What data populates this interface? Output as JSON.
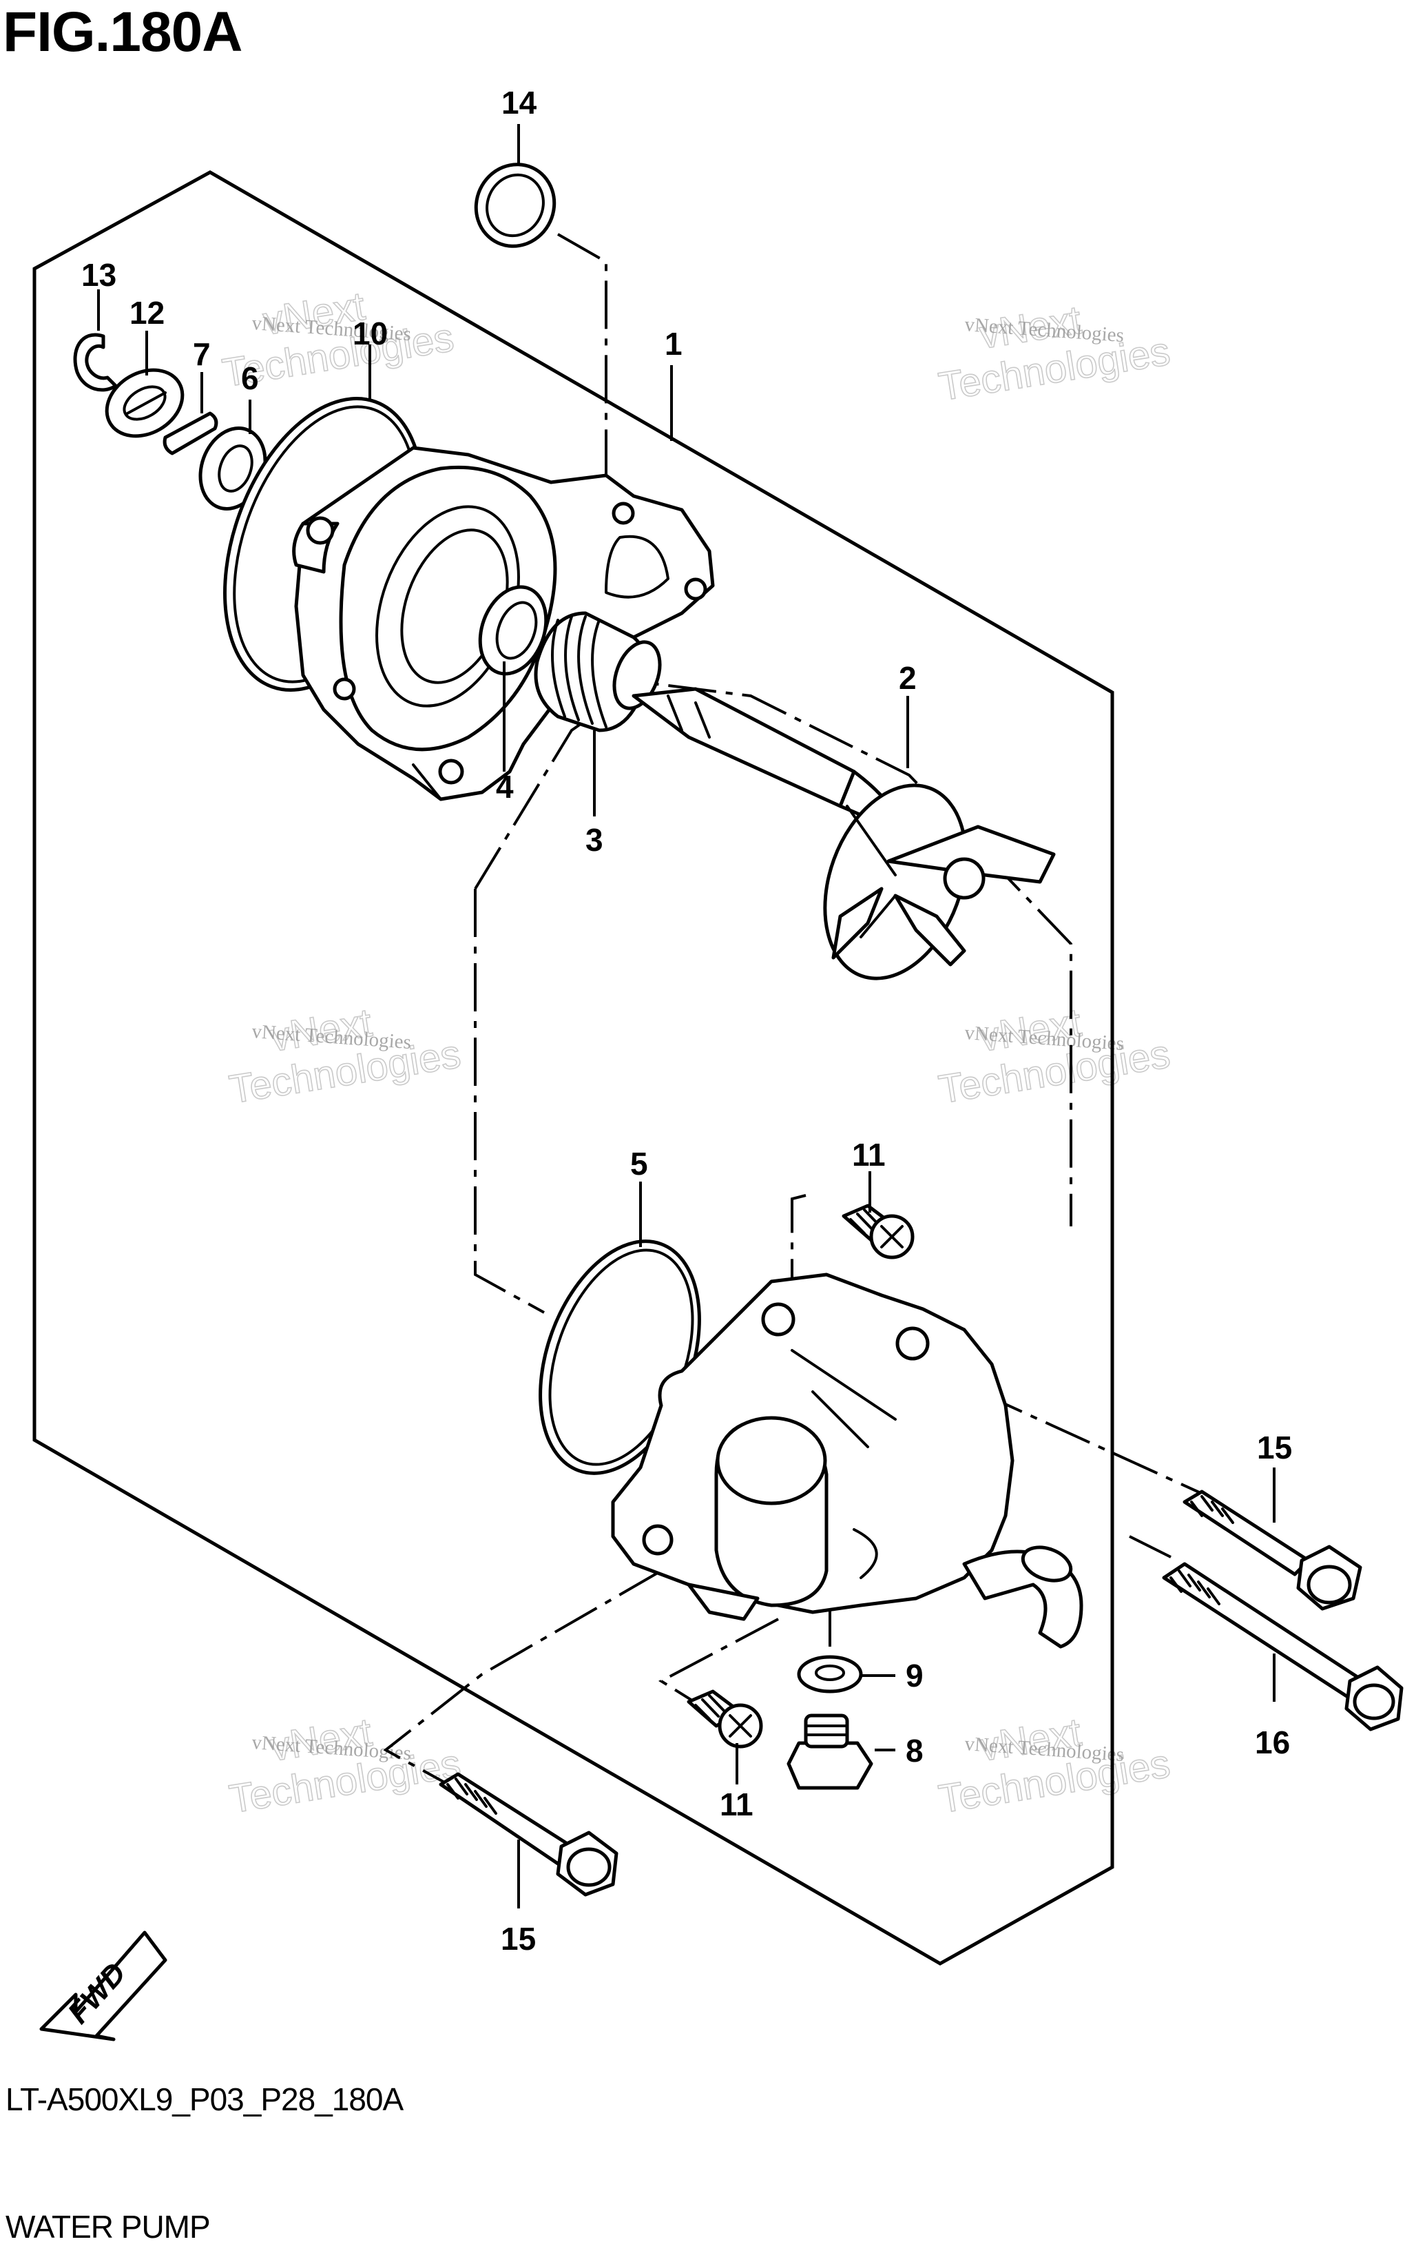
{
  "figure": {
    "title": "FIG.180A",
    "model_code": "LT-A500XL9_P03_P28_180A",
    "assembly_name": "WATER PUMP"
  },
  "callouts": [
    {
      "id": "1",
      "label": "1"
    },
    {
      "id": "2",
      "label": "2"
    },
    {
      "id": "3",
      "label": "3"
    },
    {
      "id": "4",
      "label": "4"
    },
    {
      "id": "5",
      "label": "5"
    },
    {
      "id": "6",
      "label": "6"
    },
    {
      "id": "7",
      "label": "7"
    },
    {
      "id": "8",
      "label": "8"
    },
    {
      "id": "9",
      "label": "9"
    },
    {
      "id": "10",
      "label": "10"
    },
    {
      "id": "11a",
      "label": "11"
    },
    {
      "id": "11b",
      "label": "11"
    },
    {
      "id": "12",
      "label": "12"
    },
    {
      "id": "13",
      "label": "13"
    },
    {
      "id": "14",
      "label": "14"
    },
    {
      "id": "15a",
      "label": "15"
    },
    {
      "id": "15b",
      "label": "15"
    },
    {
      "id": "16",
      "label": "16"
    }
  ],
  "fwd_label": "FWD",
  "watermark": {
    "small": "vNext Technologies",
    "big_line1": "vNext",
    "big_line2": "Technologies"
  }
}
